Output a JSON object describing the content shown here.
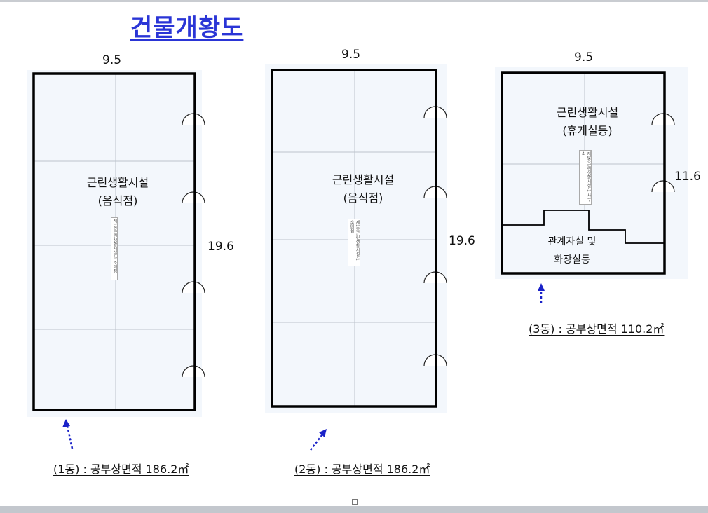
{
  "title": "건물개황도",
  "buildings": [
    {
      "width_label": "9.5",
      "height_label": "19.6",
      "room_line1": "근린생활시설",
      "room_line2": "(음식점)",
      "tag": "제1종근린생활시설-1 소매점",
      "caption": "(1동) : 공부상면적  186.2㎡"
    },
    {
      "width_label": "9.5",
      "height_label": "19.6",
      "room_line1": "근린생활시설",
      "room_line2": "(음식점)",
      "tag": "제1종근린생활시설-1 소매점",
      "caption": "(2동) : 공부상면적  186.2㎡"
    },
    {
      "width_label": "9.5",
      "height_label": "11.6",
      "room_line1": "근린생활시설",
      "room_line2": "(휴게실등)",
      "tag": "제1종근린생활시설-1 사무소",
      "sub_line1": "관계자실 및",
      "sub_line2": "화장실등",
      "caption": "(3동) : 공부상면적  110.2㎡"
    }
  ],
  "colors": {
    "title": "#2a35d6",
    "arrow": "#1a22c8",
    "wall": "#000000",
    "grid": "#bcc3cc"
  }
}
